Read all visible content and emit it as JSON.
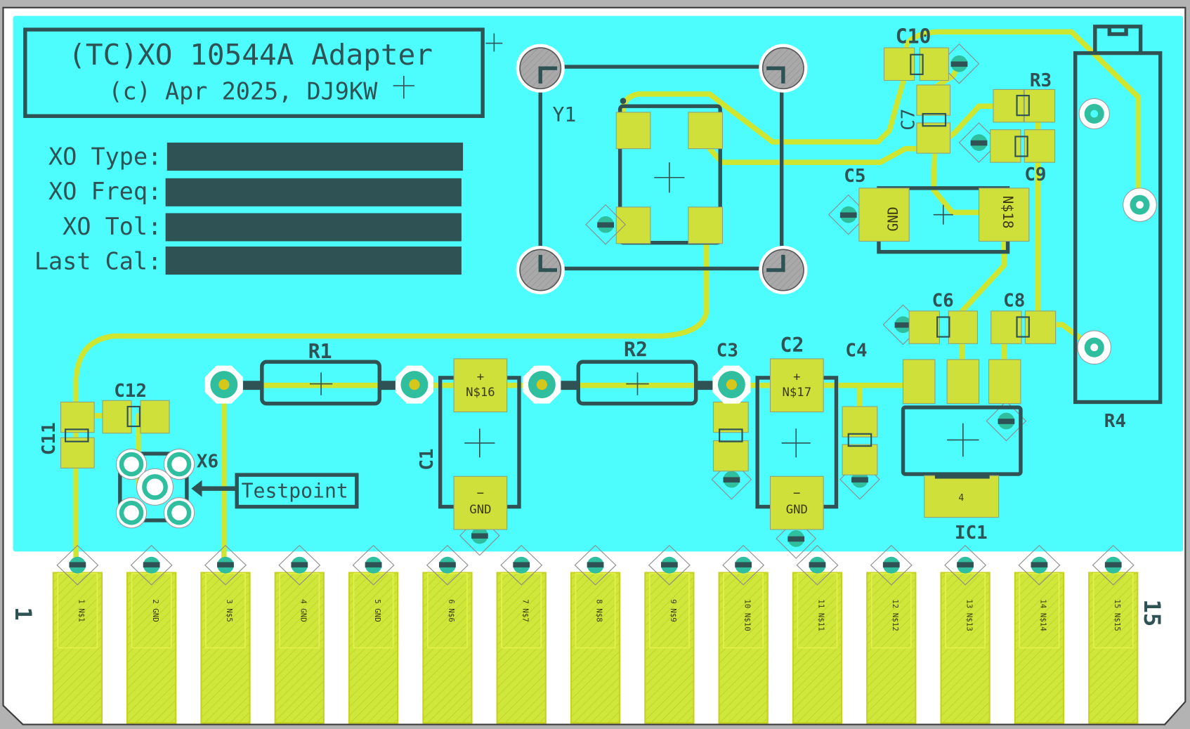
{
  "board": {
    "title": "(TC)XO 10544A Adapter",
    "subtitle": "(c) Apr 2025, DJ9KW",
    "fields": [
      {
        "label": "XO Type:"
      },
      {
        "label": "XO Freq:"
      },
      {
        "label": "XO Tol:"
      },
      {
        "label": "Last Cal:"
      }
    ],
    "colors": {
      "background": "#b3b3b3",
      "board": "#ffffff",
      "copper_pour": "#4dfdfd",
      "silkscreen": "#2f5255",
      "copper": "#cfe630",
      "via": "#2fbf9f",
      "hole": "#a8a8a8"
    }
  },
  "components": {
    "Y1": {
      "name": "Y1"
    },
    "R1": {
      "name": "R1"
    },
    "R2": {
      "name": "R2"
    },
    "R3": {
      "name": "R3"
    },
    "R4": {
      "name": "R4"
    },
    "C1": {
      "name": "C1",
      "pad_plus": "N$16",
      "pad_minus": "GND"
    },
    "C2": {
      "name": "C2",
      "pad_plus": "N$17",
      "pad_minus": "GND"
    },
    "C3": {
      "name": "C3"
    },
    "C4": {
      "name": "C4"
    },
    "C5": {
      "name": "C5",
      "pad_minus": "GND",
      "pad_plus": "N$18"
    },
    "C6": {
      "name": "C6"
    },
    "C7": {
      "name": "C7"
    },
    "C8": {
      "name": "C8"
    },
    "C9": {
      "name": "C9"
    },
    "C10": {
      "name": "C10"
    },
    "C11": {
      "name": "C11"
    },
    "C12": {
      "name": "C12"
    },
    "X6": {
      "name": "X6"
    },
    "IC1": {
      "name": "IC1",
      "tab_pin": "4"
    },
    "testpoint_label": "Testpoint",
    "plus_sign": "+",
    "minus_sign": "−"
  },
  "edge_connector": {
    "first_pin_label": "1",
    "last_pin_label": "15",
    "pins": [
      {
        "num": "1",
        "net": "N$1"
      },
      {
        "num": "2",
        "net": "GND"
      },
      {
        "num": "3",
        "net": "N$5"
      },
      {
        "num": "4",
        "net": "GND"
      },
      {
        "num": "5",
        "net": "GND"
      },
      {
        "num": "6",
        "net": "N$6"
      },
      {
        "num": "7",
        "net": "N$7"
      },
      {
        "num": "8",
        "net": "N$8"
      },
      {
        "num": "9",
        "net": "N$9"
      },
      {
        "num": "10",
        "net": "N$10"
      },
      {
        "num": "11",
        "net": "N$11"
      },
      {
        "num": "12",
        "net": "N$12"
      },
      {
        "num": "13",
        "net": "N$13"
      },
      {
        "num": "14",
        "net": "N$14"
      },
      {
        "num": "15",
        "net": "N$15"
      }
    ]
  }
}
